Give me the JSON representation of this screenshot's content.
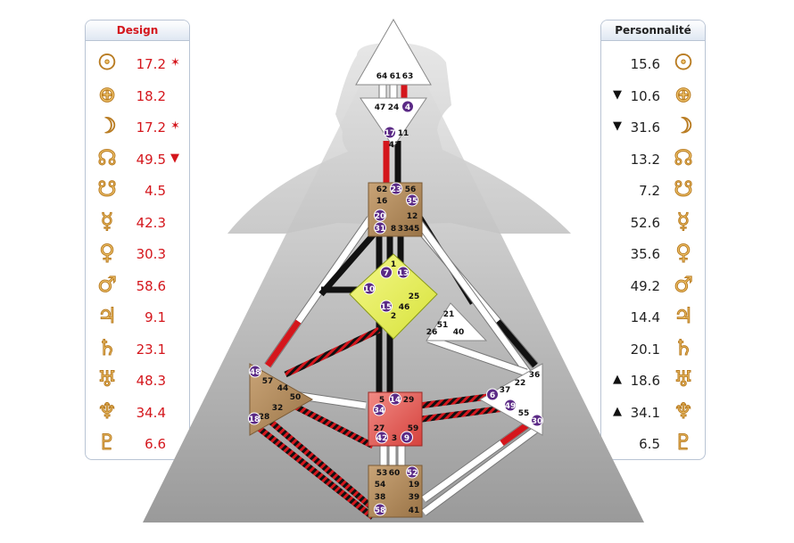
{
  "design": {
    "title": "Design",
    "rows": [
      {
        "planet": "sun-icon",
        "glyph": "☉",
        "value": "17.2",
        "mark": "✶"
      },
      {
        "planet": "earth-icon",
        "glyph": "⊕",
        "value": "18.2",
        "mark": ""
      },
      {
        "planet": "moon-icon",
        "glyph": "☽",
        "value": "17.2",
        "mark": "✶"
      },
      {
        "planet": "north-node-icon",
        "glyph": "☊",
        "value": "49.5",
        "mark": "▼"
      },
      {
        "planet": "south-node-icon",
        "glyph": "☋",
        "value": "4.5",
        "mark": ""
      },
      {
        "planet": "mercury-icon",
        "glyph": "☿",
        "value": "42.3",
        "mark": ""
      },
      {
        "planet": "venus-icon",
        "glyph": "♀",
        "value": "30.3",
        "mark": ""
      },
      {
        "planet": "mars-icon",
        "glyph": "♂",
        "value": "58.6",
        "mark": ""
      },
      {
        "planet": "jupiter-icon",
        "glyph": "♃",
        "value": "9.1",
        "mark": ""
      },
      {
        "planet": "saturn-icon",
        "glyph": "♄",
        "value": "23.1",
        "mark": ""
      },
      {
        "planet": "uranus-icon",
        "glyph": "♅",
        "value": "48.3",
        "mark": ""
      },
      {
        "planet": "neptune-icon",
        "glyph": "♆",
        "value": "34.4",
        "mark": ""
      },
      {
        "planet": "pluto-icon",
        "glyph": "♇",
        "value": "6.6",
        "mark": ""
      }
    ]
  },
  "personality": {
    "title": "Personnalité",
    "rows": [
      {
        "planet": "sun-icon",
        "glyph": "☉",
        "value": "15.6",
        "mark": ""
      },
      {
        "planet": "earth-icon",
        "glyph": "⊕",
        "value": "10.6",
        "mark": "▼"
      },
      {
        "planet": "moon-icon",
        "glyph": "☽",
        "value": "31.6",
        "mark": "▼"
      },
      {
        "planet": "north-node-icon",
        "glyph": "☊",
        "value": "13.2",
        "mark": ""
      },
      {
        "planet": "south-node-icon",
        "glyph": "☋",
        "value": "7.2",
        "mark": ""
      },
      {
        "planet": "mercury-icon",
        "glyph": "☿",
        "value": "52.6",
        "mark": ""
      },
      {
        "planet": "venus-icon",
        "glyph": "♀",
        "value": "35.6",
        "mark": ""
      },
      {
        "planet": "mars-icon",
        "glyph": "♂",
        "value": "49.2",
        "mark": ""
      },
      {
        "planet": "jupiter-icon",
        "glyph": "♃",
        "value": "14.4",
        "mark": ""
      },
      {
        "planet": "saturn-icon",
        "glyph": "♄",
        "value": "20.1",
        "mark": ""
      },
      {
        "planet": "uranus-icon",
        "glyph": "♅",
        "value": "18.6",
        "mark": "▲"
      },
      {
        "planet": "neptune-icon",
        "glyph": "♆",
        "value": "34.1",
        "mark": "▲"
      },
      {
        "planet": "pluto-icon",
        "glyph": "♇",
        "value": "6.5",
        "mark": ""
      }
    ]
  },
  "colors": {
    "design_red": "#d4161c",
    "personality_black": "#111111",
    "glyph_gold": "#f0c46c",
    "center_brown": "#b08a5a",
    "center_yellow": "#e6ef5a",
    "center_red": "#e45a55",
    "center_white": "#ffffff",
    "activated_gate": "#5b2a86"
  },
  "centers": {
    "head": {
      "gates": [
        "64",
        "61",
        "63"
      ]
    },
    "ajna": {
      "gates": [
        "47",
        "24",
        "4",
        "17",
        "11",
        "43"
      ]
    },
    "throat": {
      "gates": [
        "62",
        "23",
        "56",
        "16",
        "35",
        "20",
        "12",
        "31",
        "8",
        "33",
        "45"
      ]
    },
    "g": {
      "gates": [
        "1",
        "7",
        "13",
        "10",
        "25",
        "15",
        "46",
        "2"
      ]
    },
    "ego": {
      "gates": [
        "21",
        "51",
        "26",
        "40"
      ]
    },
    "spleen": {
      "gates": [
        "48",
        "57",
        "44",
        "50",
        "32",
        "28",
        "18"
      ]
    },
    "sacral": {
      "gates": [
        "5",
        "14",
        "29",
        "34",
        "27",
        "59",
        "42",
        "3",
        "9"
      ]
    },
    "solar_plexus": {
      "gates": [
        "36",
        "22",
        "6",
        "37",
        "49",
        "55",
        "30"
      ]
    },
    "root": {
      "gates": [
        "53",
        "60",
        "52",
        "54",
        "19",
        "38",
        "39",
        "58",
        "41"
      ]
    }
  }
}
